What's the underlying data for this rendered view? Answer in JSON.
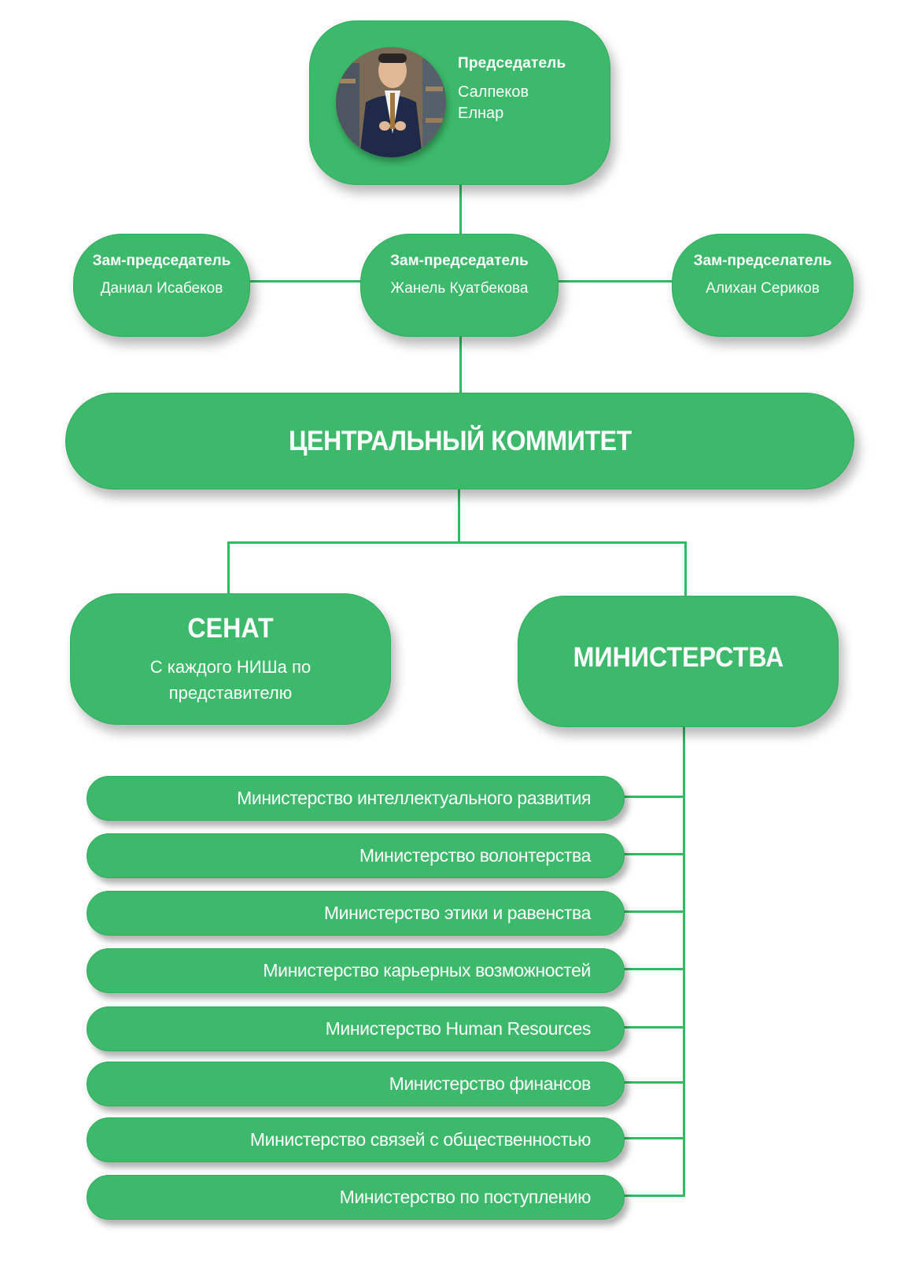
{
  "chairman": {
    "role": "Председатель",
    "name_line1": "Салпеков",
    "name_line2": "Елнар"
  },
  "deputies": [
    {
      "role": "Зам-председатель",
      "name": "Даниал Исабеков"
    },
    {
      "role": "Зам-председатель",
      "name": "Жанель Куатбекова"
    },
    {
      "role": "Зам-предселатель",
      "name": "Алихан Сериков"
    }
  ],
  "committee": {
    "title": "ЦЕНТРАЛЬНЫЙ КОММИТЕТ"
  },
  "senate": {
    "title": "СЕНАТ",
    "subtitle_line1": "С каждого  НИШа по",
    "subtitle_line2": "представителю"
  },
  "ministries": {
    "title": "МИНИСТЕРСТВА",
    "items": [
      "Министерство интеллектуального развития",
      "Министерство волонтерства",
      "Министерство этики и равенства",
      "Министерство карьерных возможностей",
      "Министерство Human Resources",
      "Министерство финансов",
      "Министерство связей с общественностью",
      "Министерство  по поступлению"
    ]
  },
  "colors": {
    "node_fill": "#3cb96a",
    "connector": "#2fbb62",
    "text": "#ffffff"
  }
}
